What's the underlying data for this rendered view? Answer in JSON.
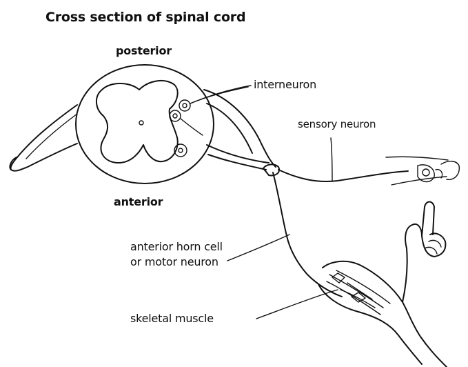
{
  "title": "Cross section of spinal cord",
  "labels": {
    "posterior": "posterior",
    "anterior": "anterior",
    "interneuron": "interneuron",
    "sensory_neuron": "sensory neuron",
    "motor_neuron_line1": "anterior horn cell",
    "motor_neuron_line2": "or motor neuron",
    "skeletal_muscle": "skeletal muscle"
  }
}
